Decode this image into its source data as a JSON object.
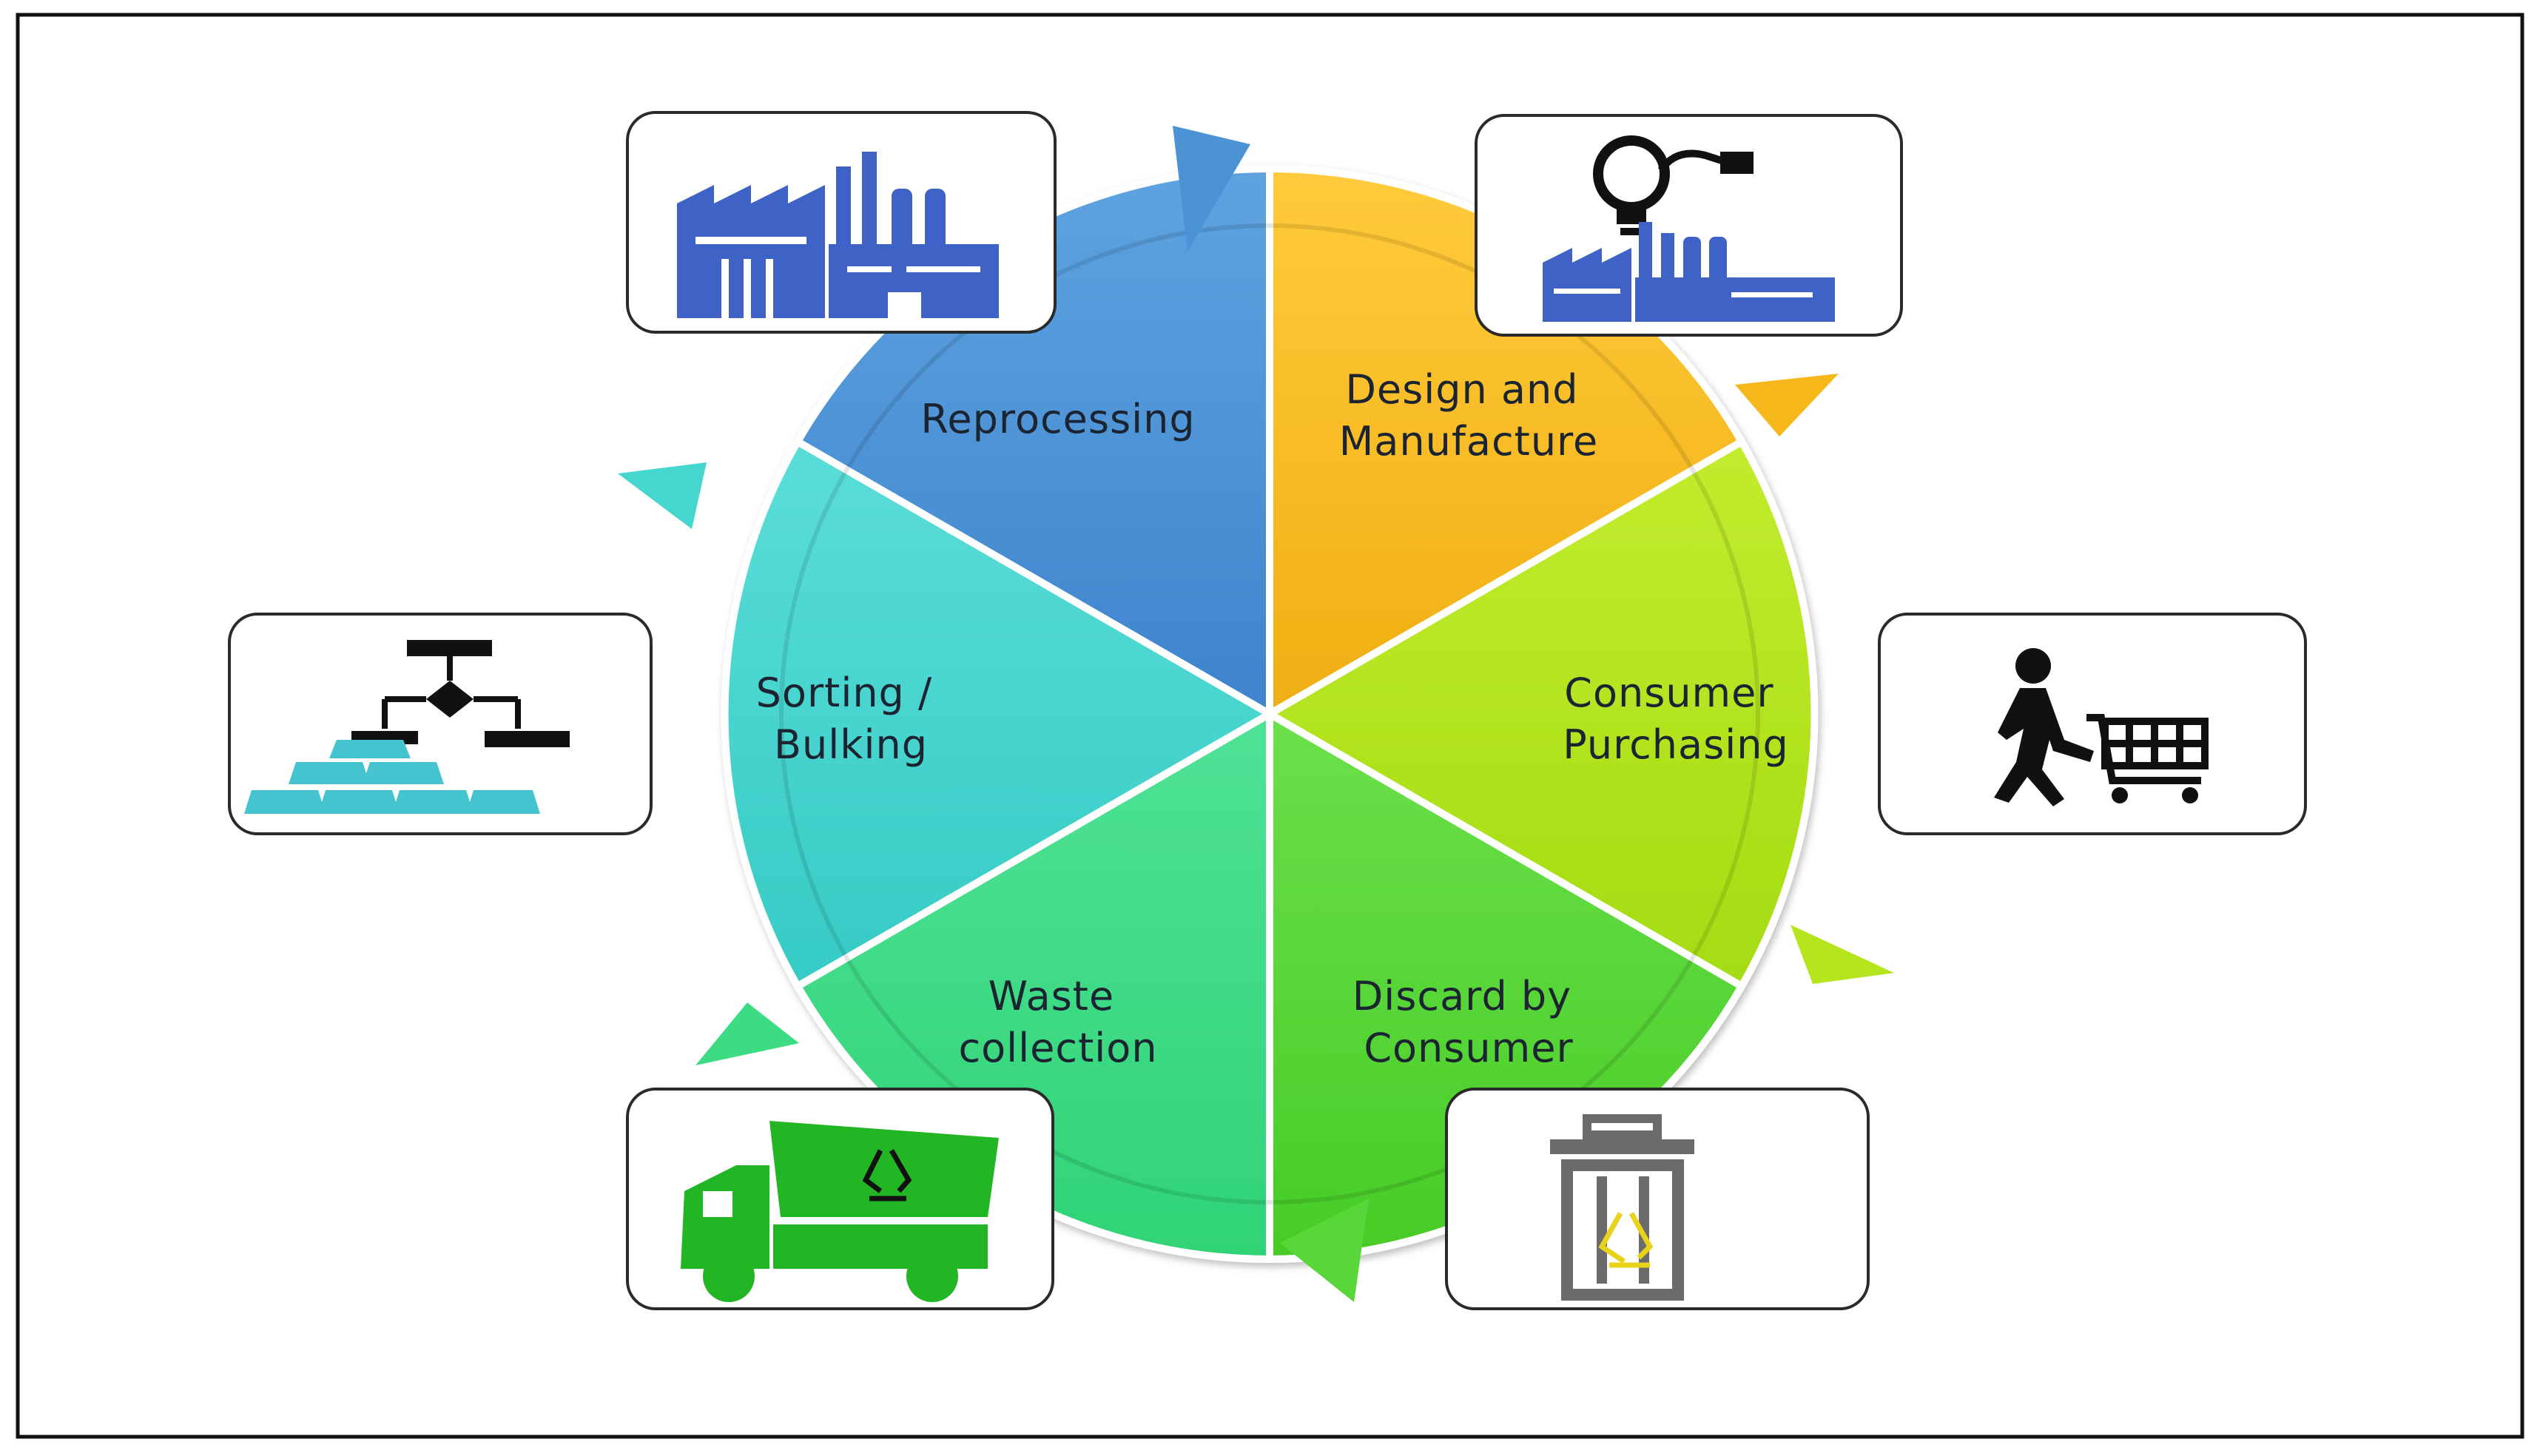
{
  "diagram": {
    "stages": [
      {
        "id": "design",
        "label_lines": [
          "Design and",
          "Manufacture"
        ],
        "color": "#F5B71A",
        "icon": "lightbulb-factory-icon"
      },
      {
        "id": "purchasing",
        "label_lines": [
          "Consumer",
          "Purchasing"
        ],
        "color": "#B5E61D",
        "icon": "shopper-cart-icon"
      },
      {
        "id": "discard",
        "label_lines": [
          "Discard by",
          "Consumer"
        ],
        "color": "#58D63A",
        "icon": "recycle-bin-icon"
      },
      {
        "id": "collection",
        "label_lines": [
          "Waste",
          "collection"
        ],
        "color": "#3DDB84",
        "icon": "recycling-truck-icon"
      },
      {
        "id": "sorting",
        "label_lines": [
          "Sorting /",
          "Bulking"
        ],
        "color": "#45D6D0",
        "icon": "sorting-flowchart-ingots-icon"
      },
      {
        "id": "reprocessing",
        "label_lines": [
          "Reprocessing"
        ],
        "color": "#4C93D6",
        "icon": "factory-icon"
      }
    ],
    "flow": "clockwise"
  }
}
